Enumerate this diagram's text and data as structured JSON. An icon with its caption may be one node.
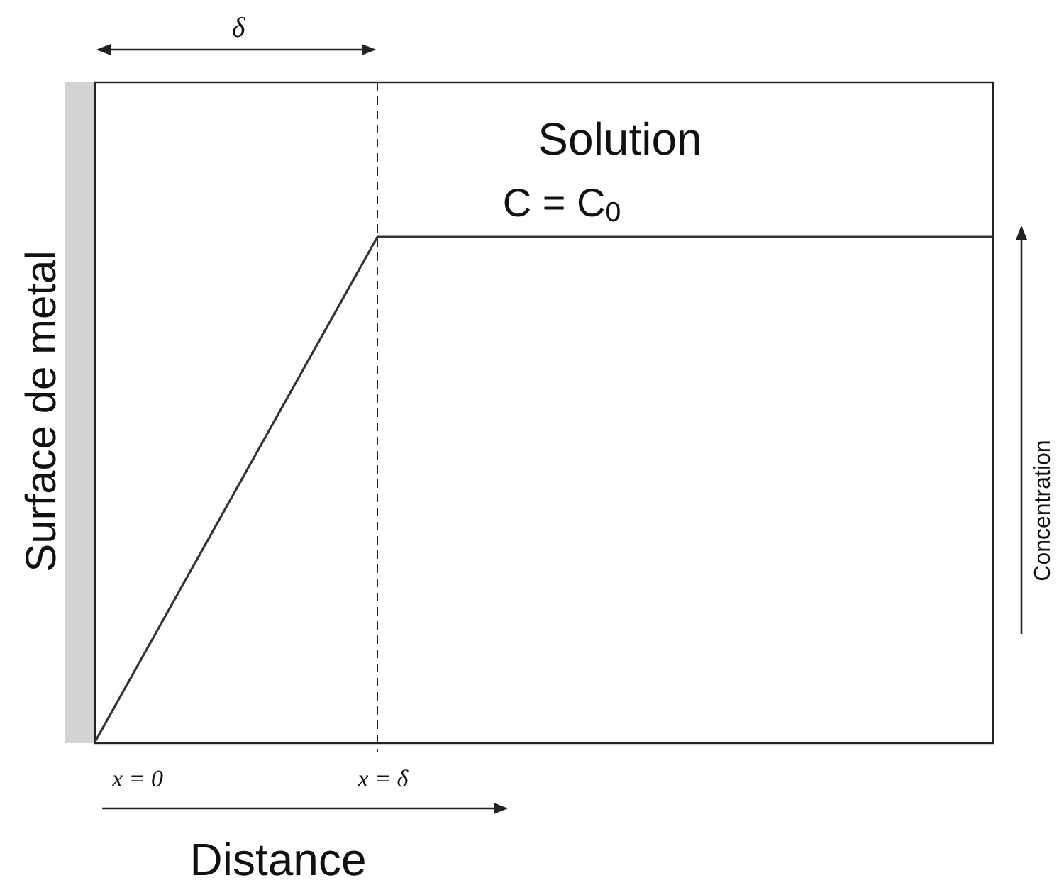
{
  "diagram": {
    "labels": [
      "δ",
      "Solution",
      "C = C$_{0}$",
      "Surface de metal",
      "Concentration",
      "x = 0",
      "x = δ",
      "Distance"
    ]
  }
}
